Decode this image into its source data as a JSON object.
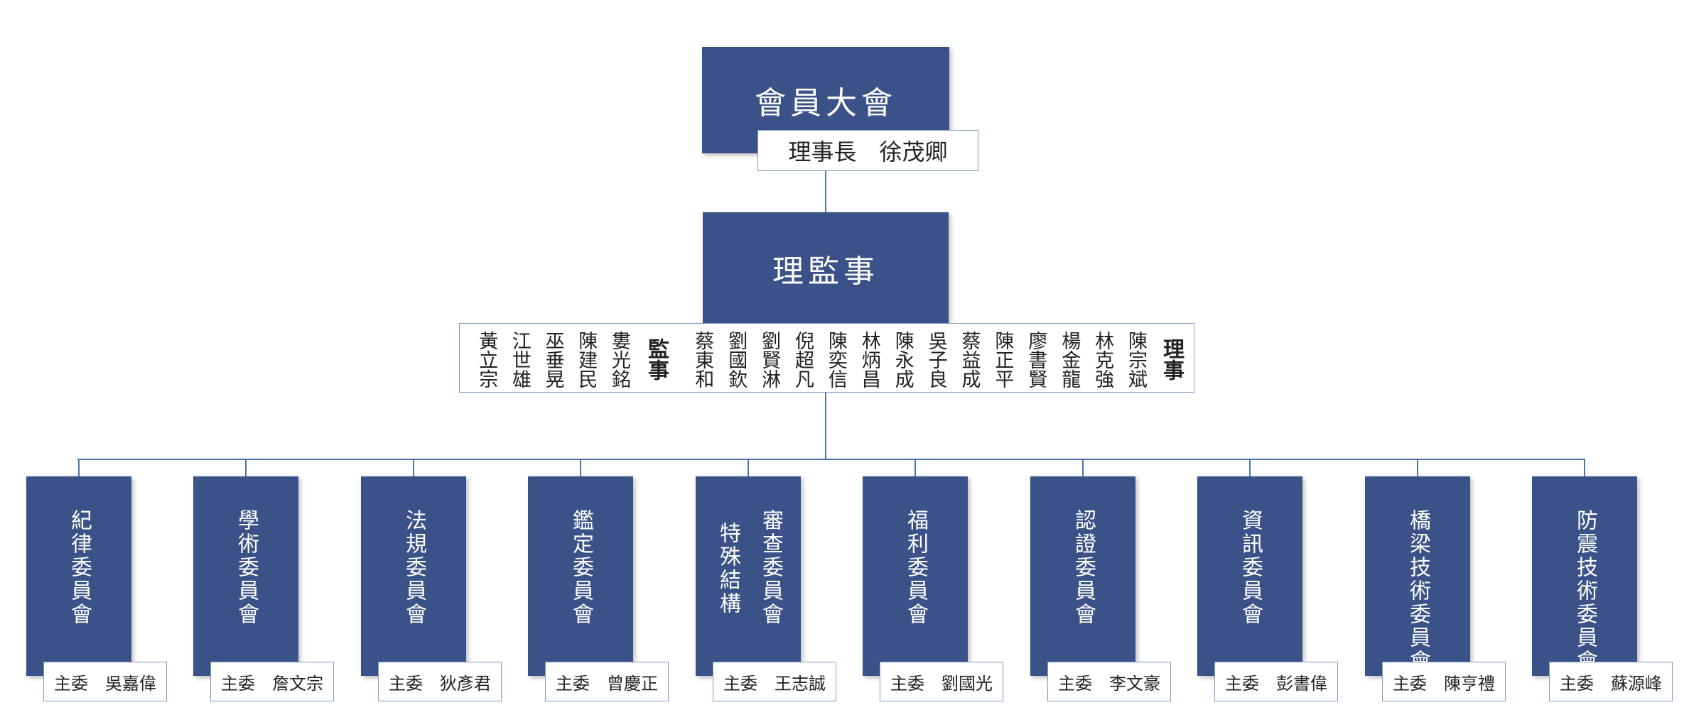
{
  "top": {
    "title": "會員大會",
    "chair_label": "理事長　徐茂卿"
  },
  "board": {
    "title": "理監事"
  },
  "roster": {
    "directors_header": "理事",
    "directors": [
      "陳宗斌",
      "林克強",
      "楊金龍",
      "廖書賢",
      "陳正平",
      "蔡益成",
      "吳子良",
      "陳永成",
      "林炳昌",
      "陳奕信",
      "倪超凡",
      "劉賢淋",
      "劉國欽",
      "蔡東和"
    ],
    "supervisors_header": "監事",
    "supervisors": [
      "婁光銘",
      "陳建民",
      "巫垂晃",
      "江世雄",
      "黃立宗"
    ]
  },
  "committees": [
    {
      "name": "紀律委員會",
      "chair": "主委　吳嘉偉"
    },
    {
      "name": "學術委員會",
      "chair": "主委　詹文宗"
    },
    {
      "name": "法規委員會",
      "chair": "主委　狄彥君"
    },
    {
      "name": "鑑定委員會",
      "chair": "主委　曾慶正"
    },
    {
      "name": "審查委員會",
      "name2": "特殊結構",
      "chair": "主委　王志誠"
    },
    {
      "name": "福利委員會",
      "chair": "主委　劉國光"
    },
    {
      "name": "認證委員會",
      "chair": "主委　李文豪"
    },
    {
      "name": "資訊委員會",
      "chair": "主委　彭書偉"
    },
    {
      "name": "橋梁技術委員會",
      "chair": "主委　陳亨禮"
    },
    {
      "name": "防震技術委員會",
      "chair": "主委　蘇源峰"
    }
  ]
}
